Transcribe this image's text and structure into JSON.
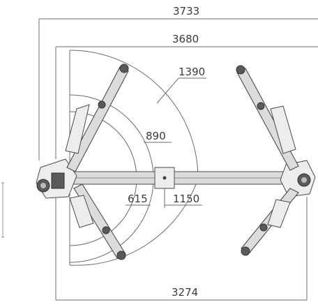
{
  "dimensions": {
    "overall_width": "3733",
    "inner_width": "3680",
    "arm_reach_max": "1390",
    "arm_reach_mid": "890",
    "arm_reach_min": "615",
    "center_offset": "1150",
    "base_width": "3274"
  },
  "colors": {
    "line": "#6b6b6b",
    "arm_fill": "#dcdcdc",
    "text": "#3a3a3a",
    "background": "#ffffff"
  }
}
